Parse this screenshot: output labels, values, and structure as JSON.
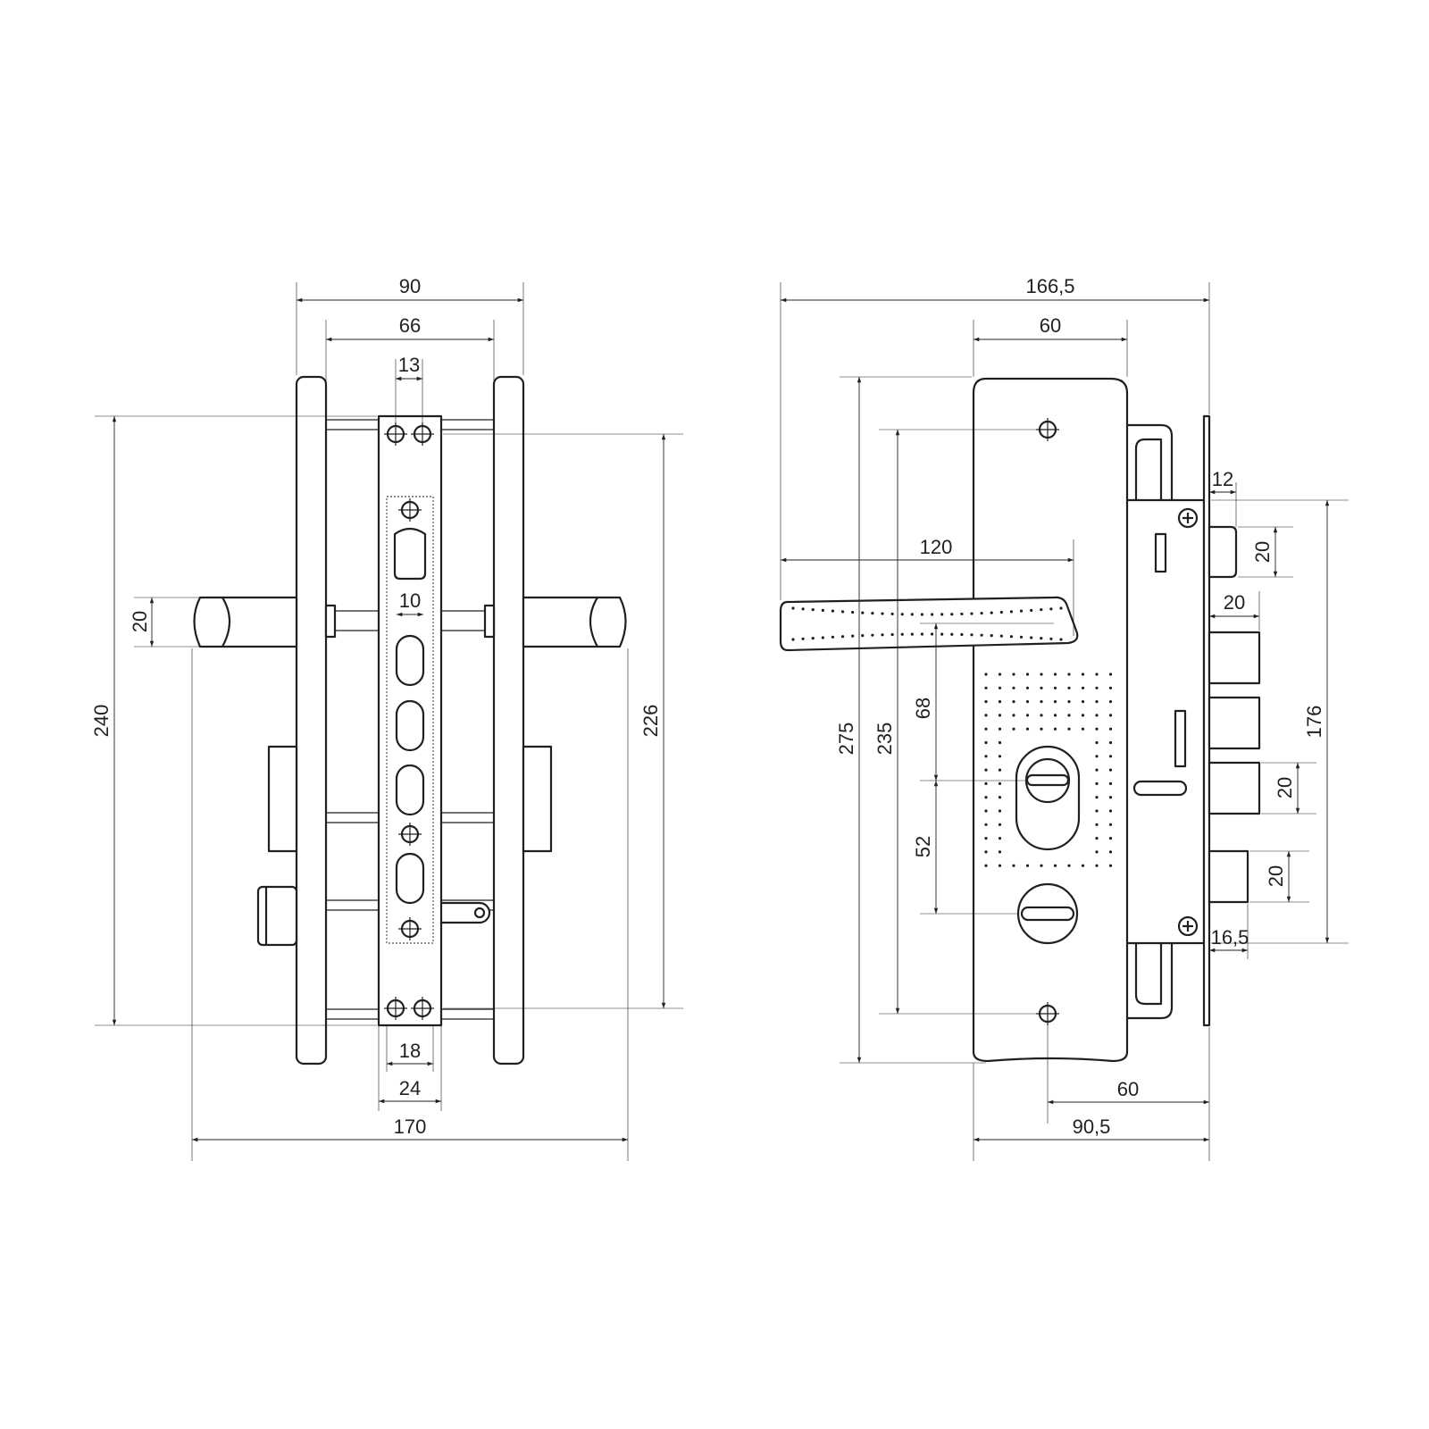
{
  "front_view": {
    "dims": {
      "overall_plate_width": "90",
      "inner_width": "66",
      "screw_spacing": "13",
      "handle_height": "20",
      "bolt_width": "10",
      "overall_height": "240",
      "screw_height": "226",
      "faceplate_inner": "18",
      "faceplate_width": "24",
      "handle_span": "170"
    }
  },
  "side_view": {
    "dims": {
      "overall_length": "166,5",
      "plate_width": "60",
      "handle_length": "120",
      "plate_height": "275",
      "screw_height": "235",
      "handle_to_cylinder": "68",
      "cylinder_to_turn": "52",
      "faceplate_offset": "12",
      "latch_height": "20",
      "bolt_projection": "20",
      "bolt_height_a": "20",
      "bolt_height_b": "20",
      "faceplate_height": "176",
      "backset_bottom": "16,5",
      "backset": "60",
      "plate_to_edge": "90,5"
    }
  }
}
